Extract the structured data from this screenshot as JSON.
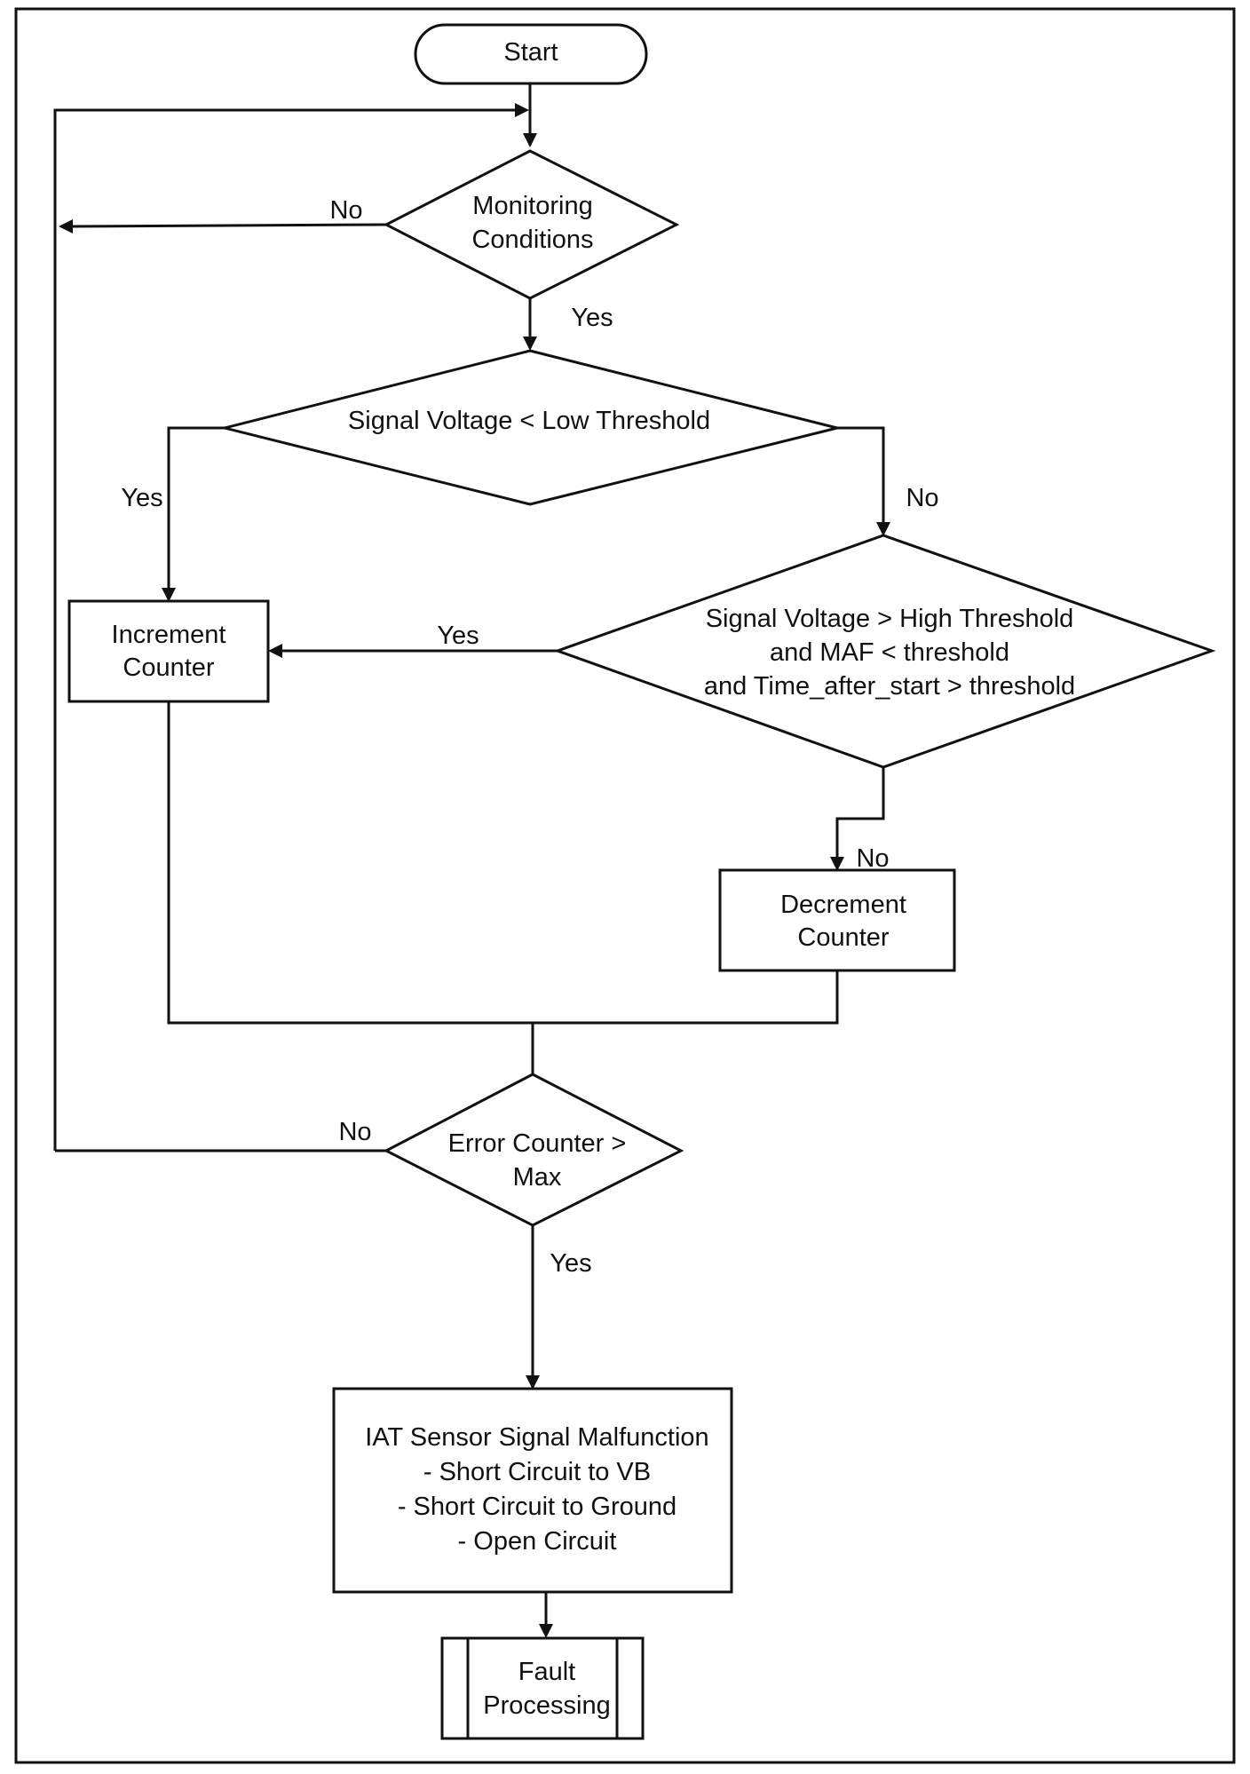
{
  "flowchart": {
    "start": "Start",
    "monitoring": {
      "line1": "Monitoring",
      "line2": "Conditions"
    },
    "low_check": "Signal Voltage < Low Threshold",
    "high_check": {
      "line1": "Signal Voltage > High Threshold",
      "line2": "and MAF < threshold",
      "line3": "and Time_after_start > threshold"
    },
    "increment": {
      "line1": "Increment",
      "line2": "Counter"
    },
    "decrement": {
      "line1": "Decrement",
      "line2": "Counter"
    },
    "error_check": {
      "line1": "Error Counter >",
      "line2": "Max"
    },
    "malfunction": {
      "line1": "IAT Sensor Signal Malfunction",
      "line2": "- Short Circuit to VB",
      "line3": "- Short Circuit to Ground",
      "line4": "- Open Circuit"
    },
    "fault": {
      "line1": "Fault",
      "line2": "Processing"
    },
    "labels": {
      "monitoring_no": "No",
      "monitoring_yes": "Yes",
      "low_yes": "Yes",
      "low_no": "No",
      "high_yes": "Yes",
      "high_no": "No",
      "error_no": "No",
      "error_yes": "Yes"
    }
  }
}
